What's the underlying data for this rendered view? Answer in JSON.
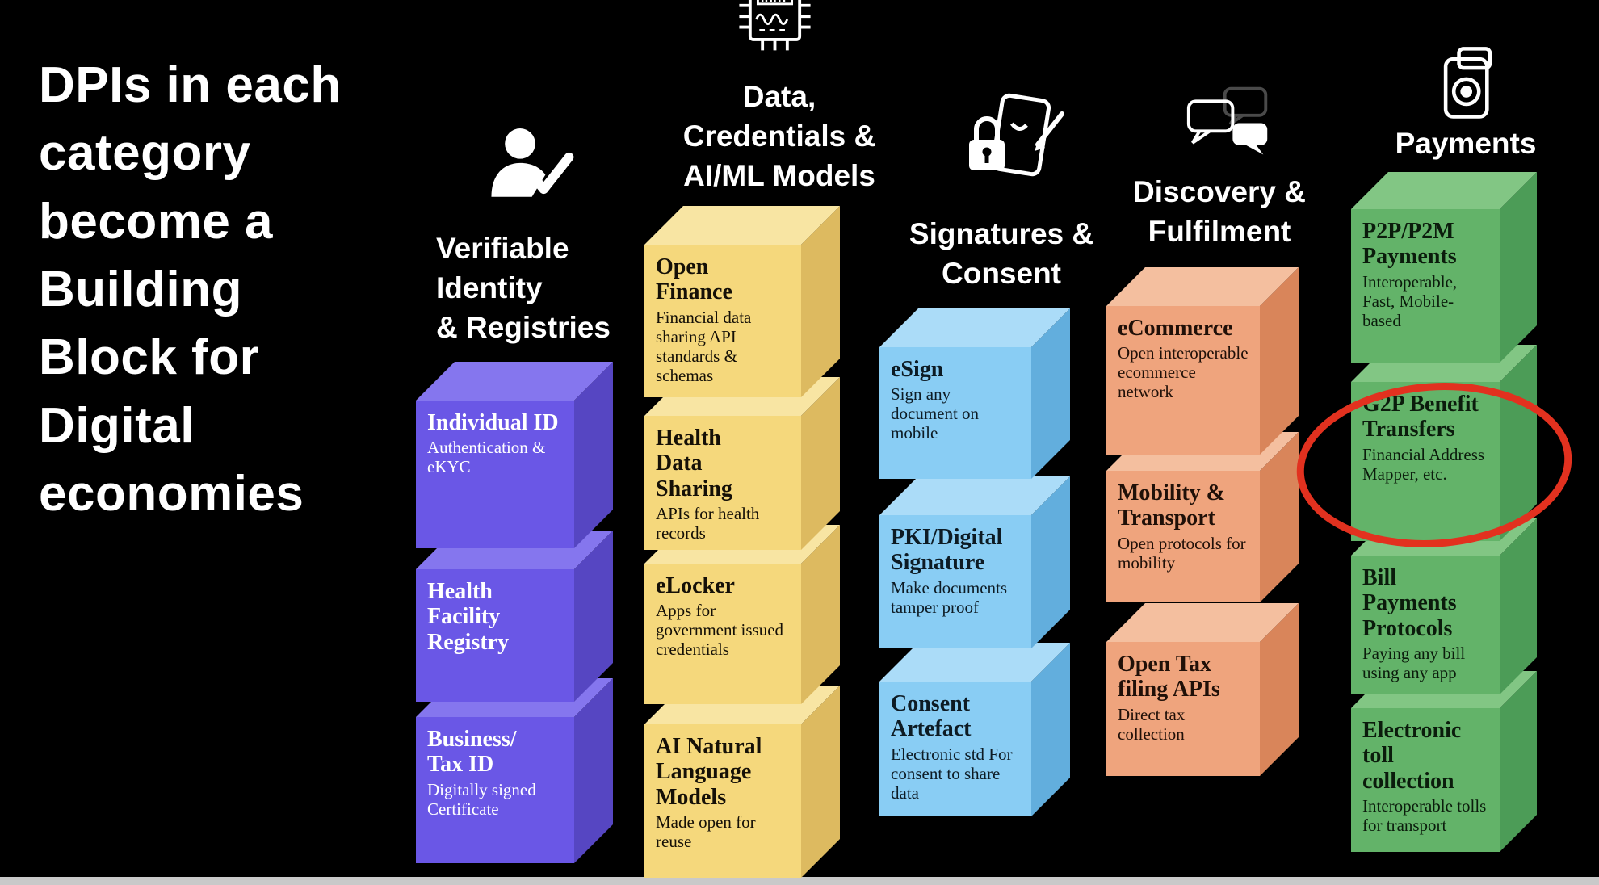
{
  "slide_title": "DPIs in each\ncategory\nbecome a\nBuilding\nBlock for\nDigital\neconomies",
  "palette": {
    "background": "#000000",
    "purple": "#6a57e6",
    "yellow": "#f5d87c",
    "blue": "#89cdf4",
    "orange": "#efa47d",
    "green": "#63b369",
    "annotation_red": "#e2311f"
  },
  "columns": [
    {
      "label": "Verifiable\nIdentity\n& Registries",
      "icon": "person-check-icon",
      "blocks": [
        {
          "title": "Individual ID",
          "desc": "Authentication & eKYC"
        },
        {
          "title": "Health Facility Registry",
          "desc": ""
        },
        {
          "title": "Business/\nTax ID",
          "desc": "Digitally signed Certificate"
        }
      ]
    },
    {
      "label": "Data,\nCredentials &\nAI/ML Models",
      "icon": "chip-icon",
      "blocks": [
        {
          "title": "Open\nFinance",
          "desc": "Financial data sharing API standards & schemas"
        },
        {
          "title": "Health\nData\nSharing",
          "desc": "APIs for health records"
        },
        {
          "title": "eLocker",
          "desc": "Apps for government issued credentials"
        },
        {
          "title": "AI Natural Language Models",
          "desc": "Made open for reuse"
        }
      ]
    },
    {
      "label": "Signatures &\nConsent",
      "icon": "signature-lock-icon",
      "blocks": [
        {
          "title": "eSign",
          "desc": "Sign any document on mobile"
        },
        {
          "title": "PKI/Digital\nSignature",
          "desc": "Make documents tamper proof"
        },
        {
          "title": "Consent Artefact",
          "desc": "Electronic std For consent to share data"
        }
      ]
    },
    {
      "label": "Discovery &\nFulfilment",
      "icon": "chat-bubbles-icon",
      "blocks": [
        {
          "title": "eCommerce",
          "desc": "Open interoperable ecommerce network"
        },
        {
          "title": "Mobility & Transport",
          "desc": "Open protocols for mobility"
        },
        {
          "title": "Open Tax filing APIs",
          "desc": "Direct tax collection"
        }
      ]
    },
    {
      "label": "Payments",
      "icon": "payment-scan-icon",
      "blocks": [
        {
          "title": "P2P/P2M Payments",
          "desc": "Interoperable, Fast, Mobile-based"
        },
        {
          "title": "G2P Benefit Transfers",
          "desc": "Financial Address Mapper, etc."
        },
        {
          "title": "Bill\nPayments\nProtocols",
          "desc": "Paying any bill using any app"
        },
        {
          "title": "Electronic toll collection",
          "desc": "Interoperable tolls for transport"
        }
      ]
    }
  ],
  "annotation": {
    "shape": "ellipse",
    "color": "#e2311f",
    "highlights": "G2P Benefit Transfers"
  }
}
